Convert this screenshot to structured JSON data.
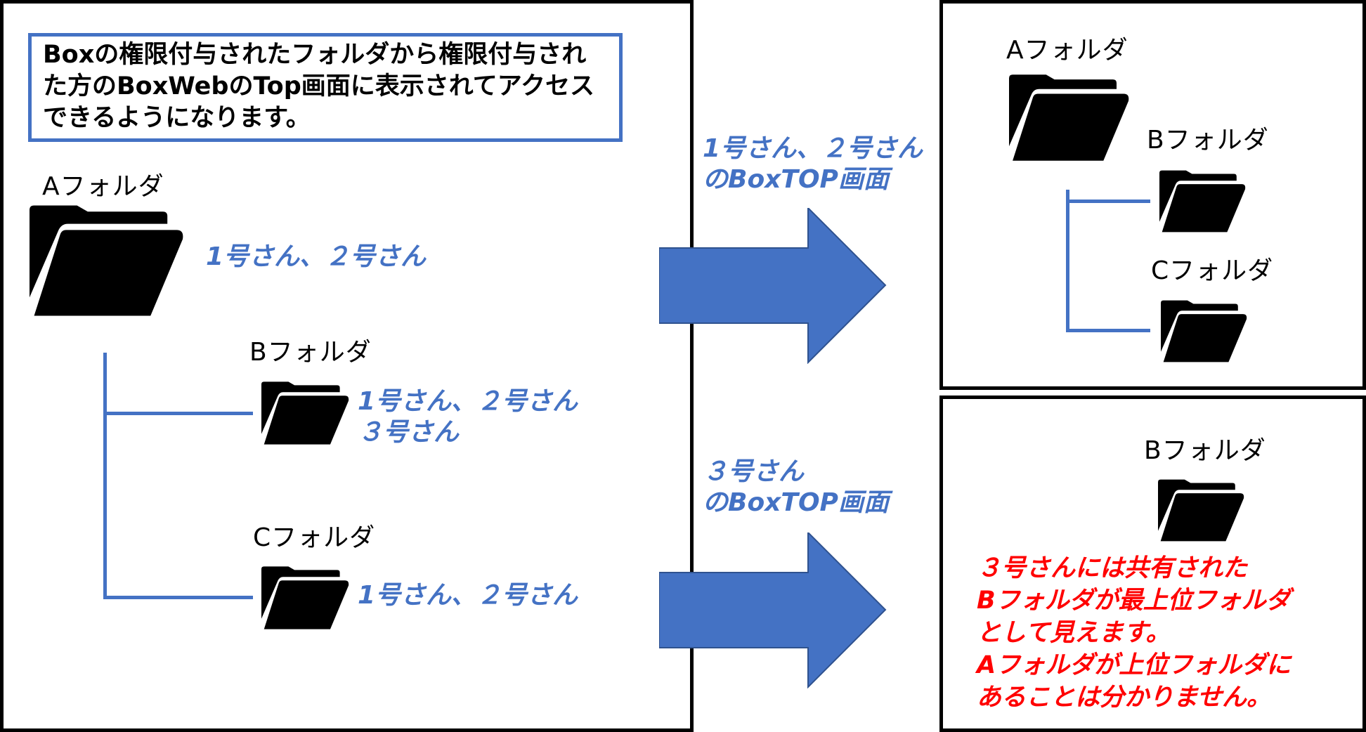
{
  "left_panel": {
    "note": "Boxの権限付与されたフォルダから権限付与された方のBoxWebのTop画面に表示されてアクセスできるようになります。",
    "folder_a": {
      "label": "Aフォルダ",
      "access": "1号さん、２号さん"
    },
    "folder_b": {
      "label": "Bフォルダ",
      "access_line1": "1号さん、２号さん",
      "access_line2": "３号さん"
    },
    "folder_c": {
      "label": "Cフォルダ",
      "access": "1号さん、２号さん"
    }
  },
  "arrows": {
    "top_label_line1": "1号さん、２号さん",
    "top_label_line2": "のBoxTOP画面",
    "bottom_label_line1": "３号さん",
    "bottom_label_line2": "のBoxTOP画面"
  },
  "top_right_panel": {
    "folder_a_label": "Aフォルダ",
    "folder_b_label": "Bフォルダ",
    "folder_c_label": "Cフォルダ"
  },
  "bottom_right_panel": {
    "folder_b_label": "Bフォルダ",
    "note_lines": [
      "３号さんには共有された",
      "Bフォルダが最上位フォルダ",
      "として見えます。",
      "Aフォルダが上位フォルダに",
      "あることは分かりません。"
    ]
  },
  "colors": {
    "accent": "#4472c4",
    "warning": "#ff0000",
    "folder": "#000000"
  }
}
